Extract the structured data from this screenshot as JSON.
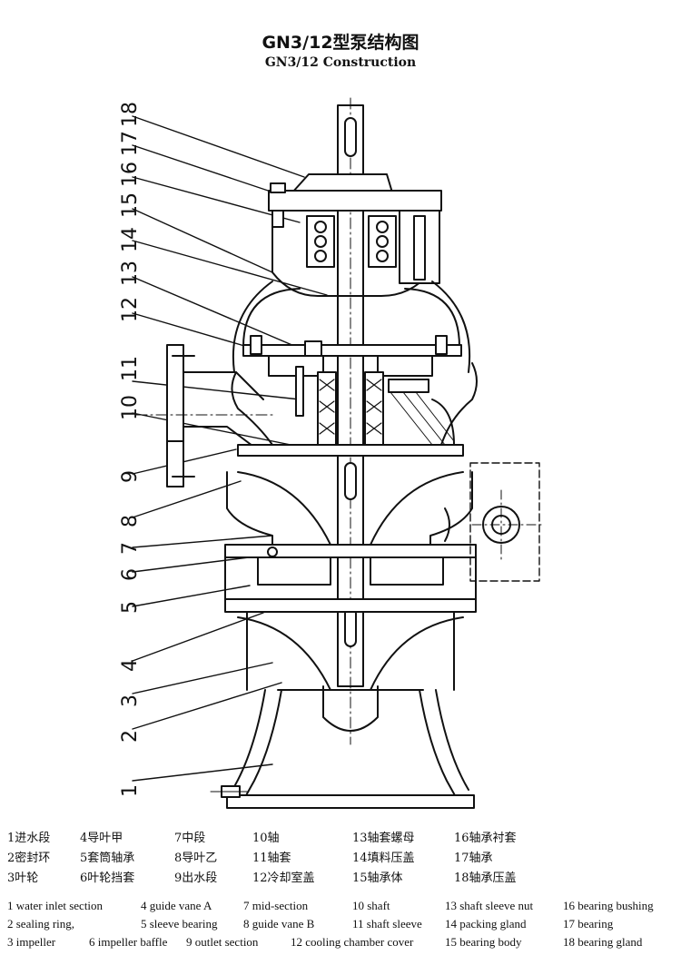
{
  "title": {
    "cn": "GN3/12型泵结构图",
    "en": "GN3/12 Construction"
  },
  "callouts": [
    "1",
    "2",
    "3",
    "4",
    "5",
    "6",
    "7",
    "8",
    "9",
    "10",
    "11",
    "12",
    "13",
    "14",
    "15",
    "16",
    "17",
    "18"
  ],
  "legend_cn": [
    "1进水段",
    "4导叶甲",
    "7中段",
    "10轴",
    "13轴套螺母",
    "16轴承衬套",
    "2密封环",
    "5套筒轴承",
    "8导叶乙",
    "11轴套",
    "14填料压盖",
    "17轴承",
    "3叶轮",
    "6叶轮挡套",
    "9出水段",
    "12冷却室盖",
    "15轴承体",
    "18轴承压盖"
  ],
  "legend_en": [
    "1 water inlet section",
    "4 guide vane A",
    "7 mid-section",
    "10 shaft",
    "13 shaft sleeve nut",
    "16 bearing bushing",
    "2 sealing ring,",
    "5 sleeve bearing",
    "8 guide vane B",
    "11 shaft sleeve",
    "14 packing gland",
    "17 bearing",
    "3 impeller",
    "6 impeller baffle",
    "9 outlet section",
    "12 cooling chamber cover",
    "15 bearing body",
    "18 bearing gland"
  ],
  "colors": {
    "line": "#111111",
    "background": "#ffffff"
  }
}
